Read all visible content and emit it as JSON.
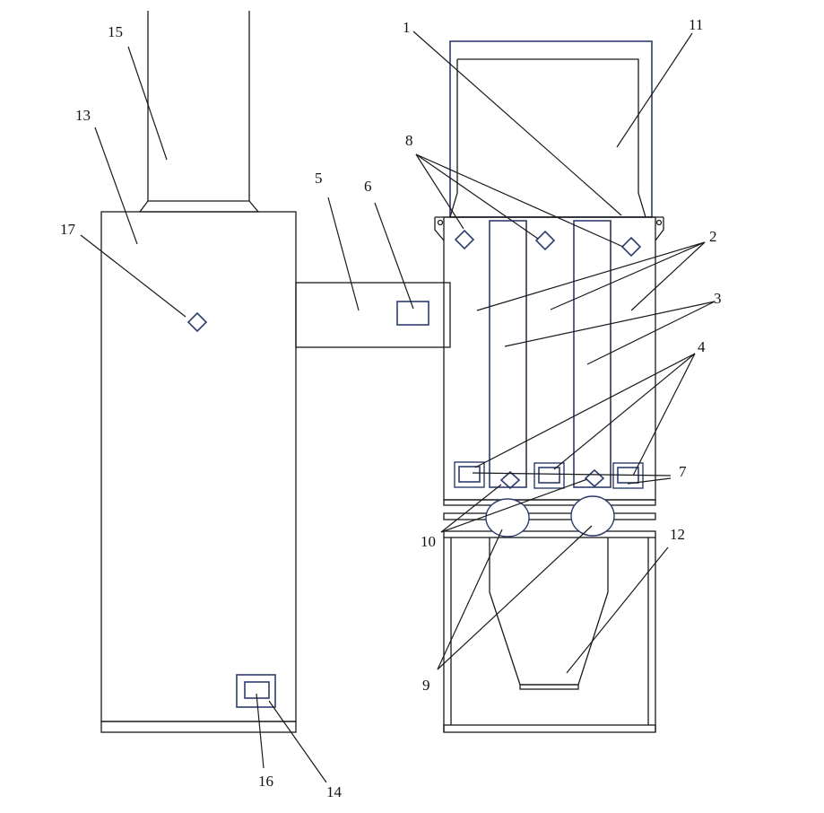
{
  "labels": {
    "l1": "1",
    "l2": "2",
    "l3": "3",
    "l4": "4",
    "l5": "5",
    "l6": "6",
    "l7": "7",
    "l8": "8",
    "l9": "9",
    "l10": "10",
    "l11": "11",
    "l12": "12",
    "l13": "13",
    "l14": "14",
    "l15": "15",
    "l16": "16",
    "l17": "17"
  },
  "colors": {
    "outline": "#1a1a1a",
    "component": "#2e3d6e",
    "background": "#ffffff"
  }
}
